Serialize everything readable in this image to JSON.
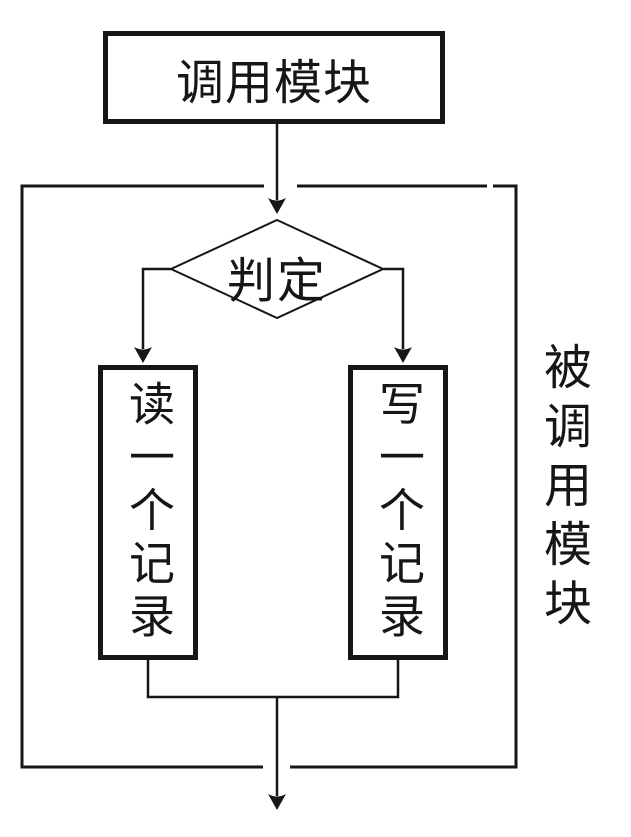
{
  "flowchart": {
    "caller_box": {
      "label": "调用模块",
      "shape": "rectangle"
    },
    "decision": {
      "label": "判定",
      "shape": "diamond"
    },
    "read_box": {
      "label": "读一个记录",
      "shape": "rectangle",
      "text_direction": "vertical"
    },
    "write_box": {
      "label": "写一个记录",
      "shape": "rectangle",
      "text_direction": "vertical"
    },
    "container": {
      "label": "被调用模块",
      "shape": "large-rectangle",
      "label_position": "right-outside",
      "text_direction": "vertical"
    },
    "connections": [
      {
        "from": "caller_box",
        "to": "decision",
        "arrow": true
      },
      {
        "from": "decision",
        "to": "read_box",
        "arrow": true
      },
      {
        "from": "decision",
        "to": "write_box",
        "arrow": true
      },
      {
        "from": "read_box",
        "to": "exit-bottom",
        "arrow": false
      },
      {
        "from": "write_box",
        "to": "exit-bottom",
        "arrow": false
      },
      {
        "from": "merge-point",
        "to": "exit-bottom",
        "arrow": true
      }
    ]
  },
  "colors": {
    "ink": "#161616",
    "background": "#ffffff"
  }
}
